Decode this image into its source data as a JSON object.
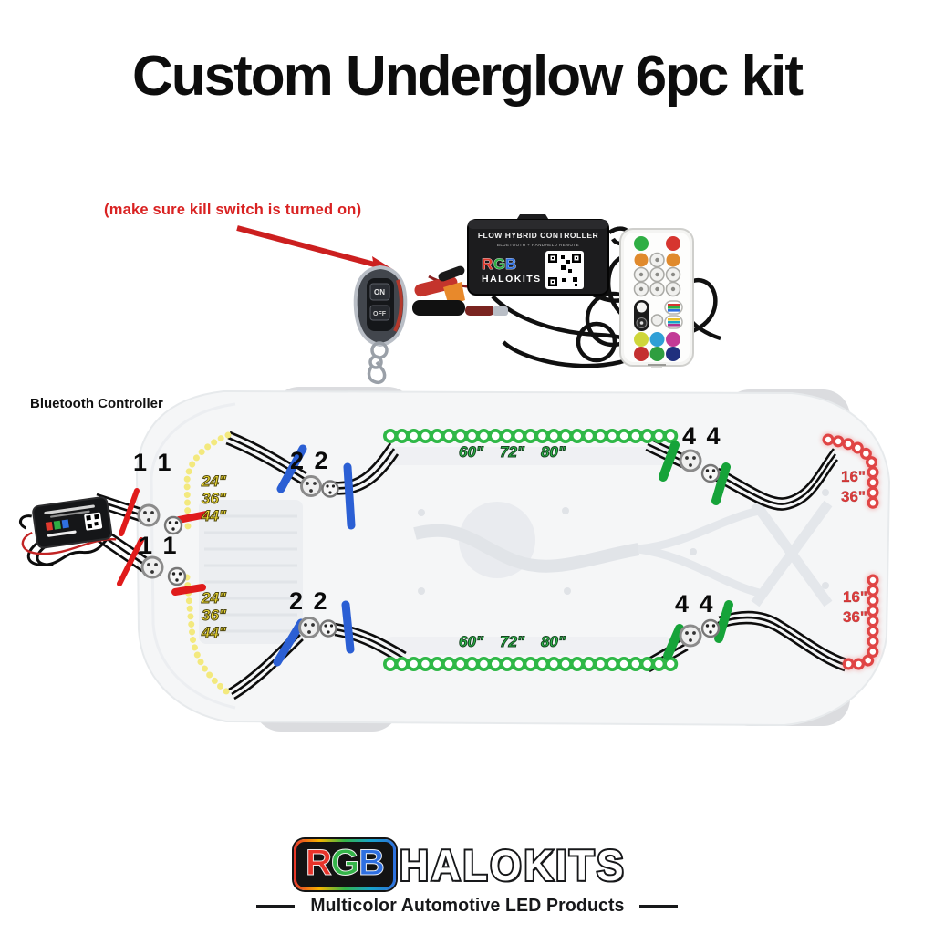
{
  "title": "Custom Underglow 6pc kit",
  "annotation": {
    "kill_switch_note": "(make sure kill switch is turned on)"
  },
  "labels": {
    "bluetooth_controller": "Bluetooth Controller"
  },
  "controller_box": {
    "title": "FLOW HYBRID CONTROLLER",
    "subtitle": "BLUETOOTH + HANDHELD REMOTE"
  },
  "brand": {
    "rgb_letters": [
      "R",
      "G",
      "B"
    ],
    "halokits": "HALOKITS"
  },
  "fob": {
    "on_label": "ON",
    "off_label": "OFF"
  },
  "diagram": {
    "zone_numbers": {
      "front": "1 1",
      "mid": "2 2",
      "rear": "4 4"
    },
    "front_sizes": [
      "24\"",
      "36\"",
      "44\""
    ],
    "side_sizes": [
      "60\"",
      "72\"",
      "80\""
    ],
    "rear_sizes": [
      "16\"",
      "36\""
    ]
  },
  "logo": {
    "tagline": "Multicolor Automotive LED Products"
  },
  "colors": {
    "front_strip": "#f3df37",
    "side_strip": "#2eb94a",
    "rear_strip": "#e23b3b",
    "accent_red": "#d92222",
    "marker_blue": "#2b5fd4",
    "marker_green": "#16a339"
  }
}
